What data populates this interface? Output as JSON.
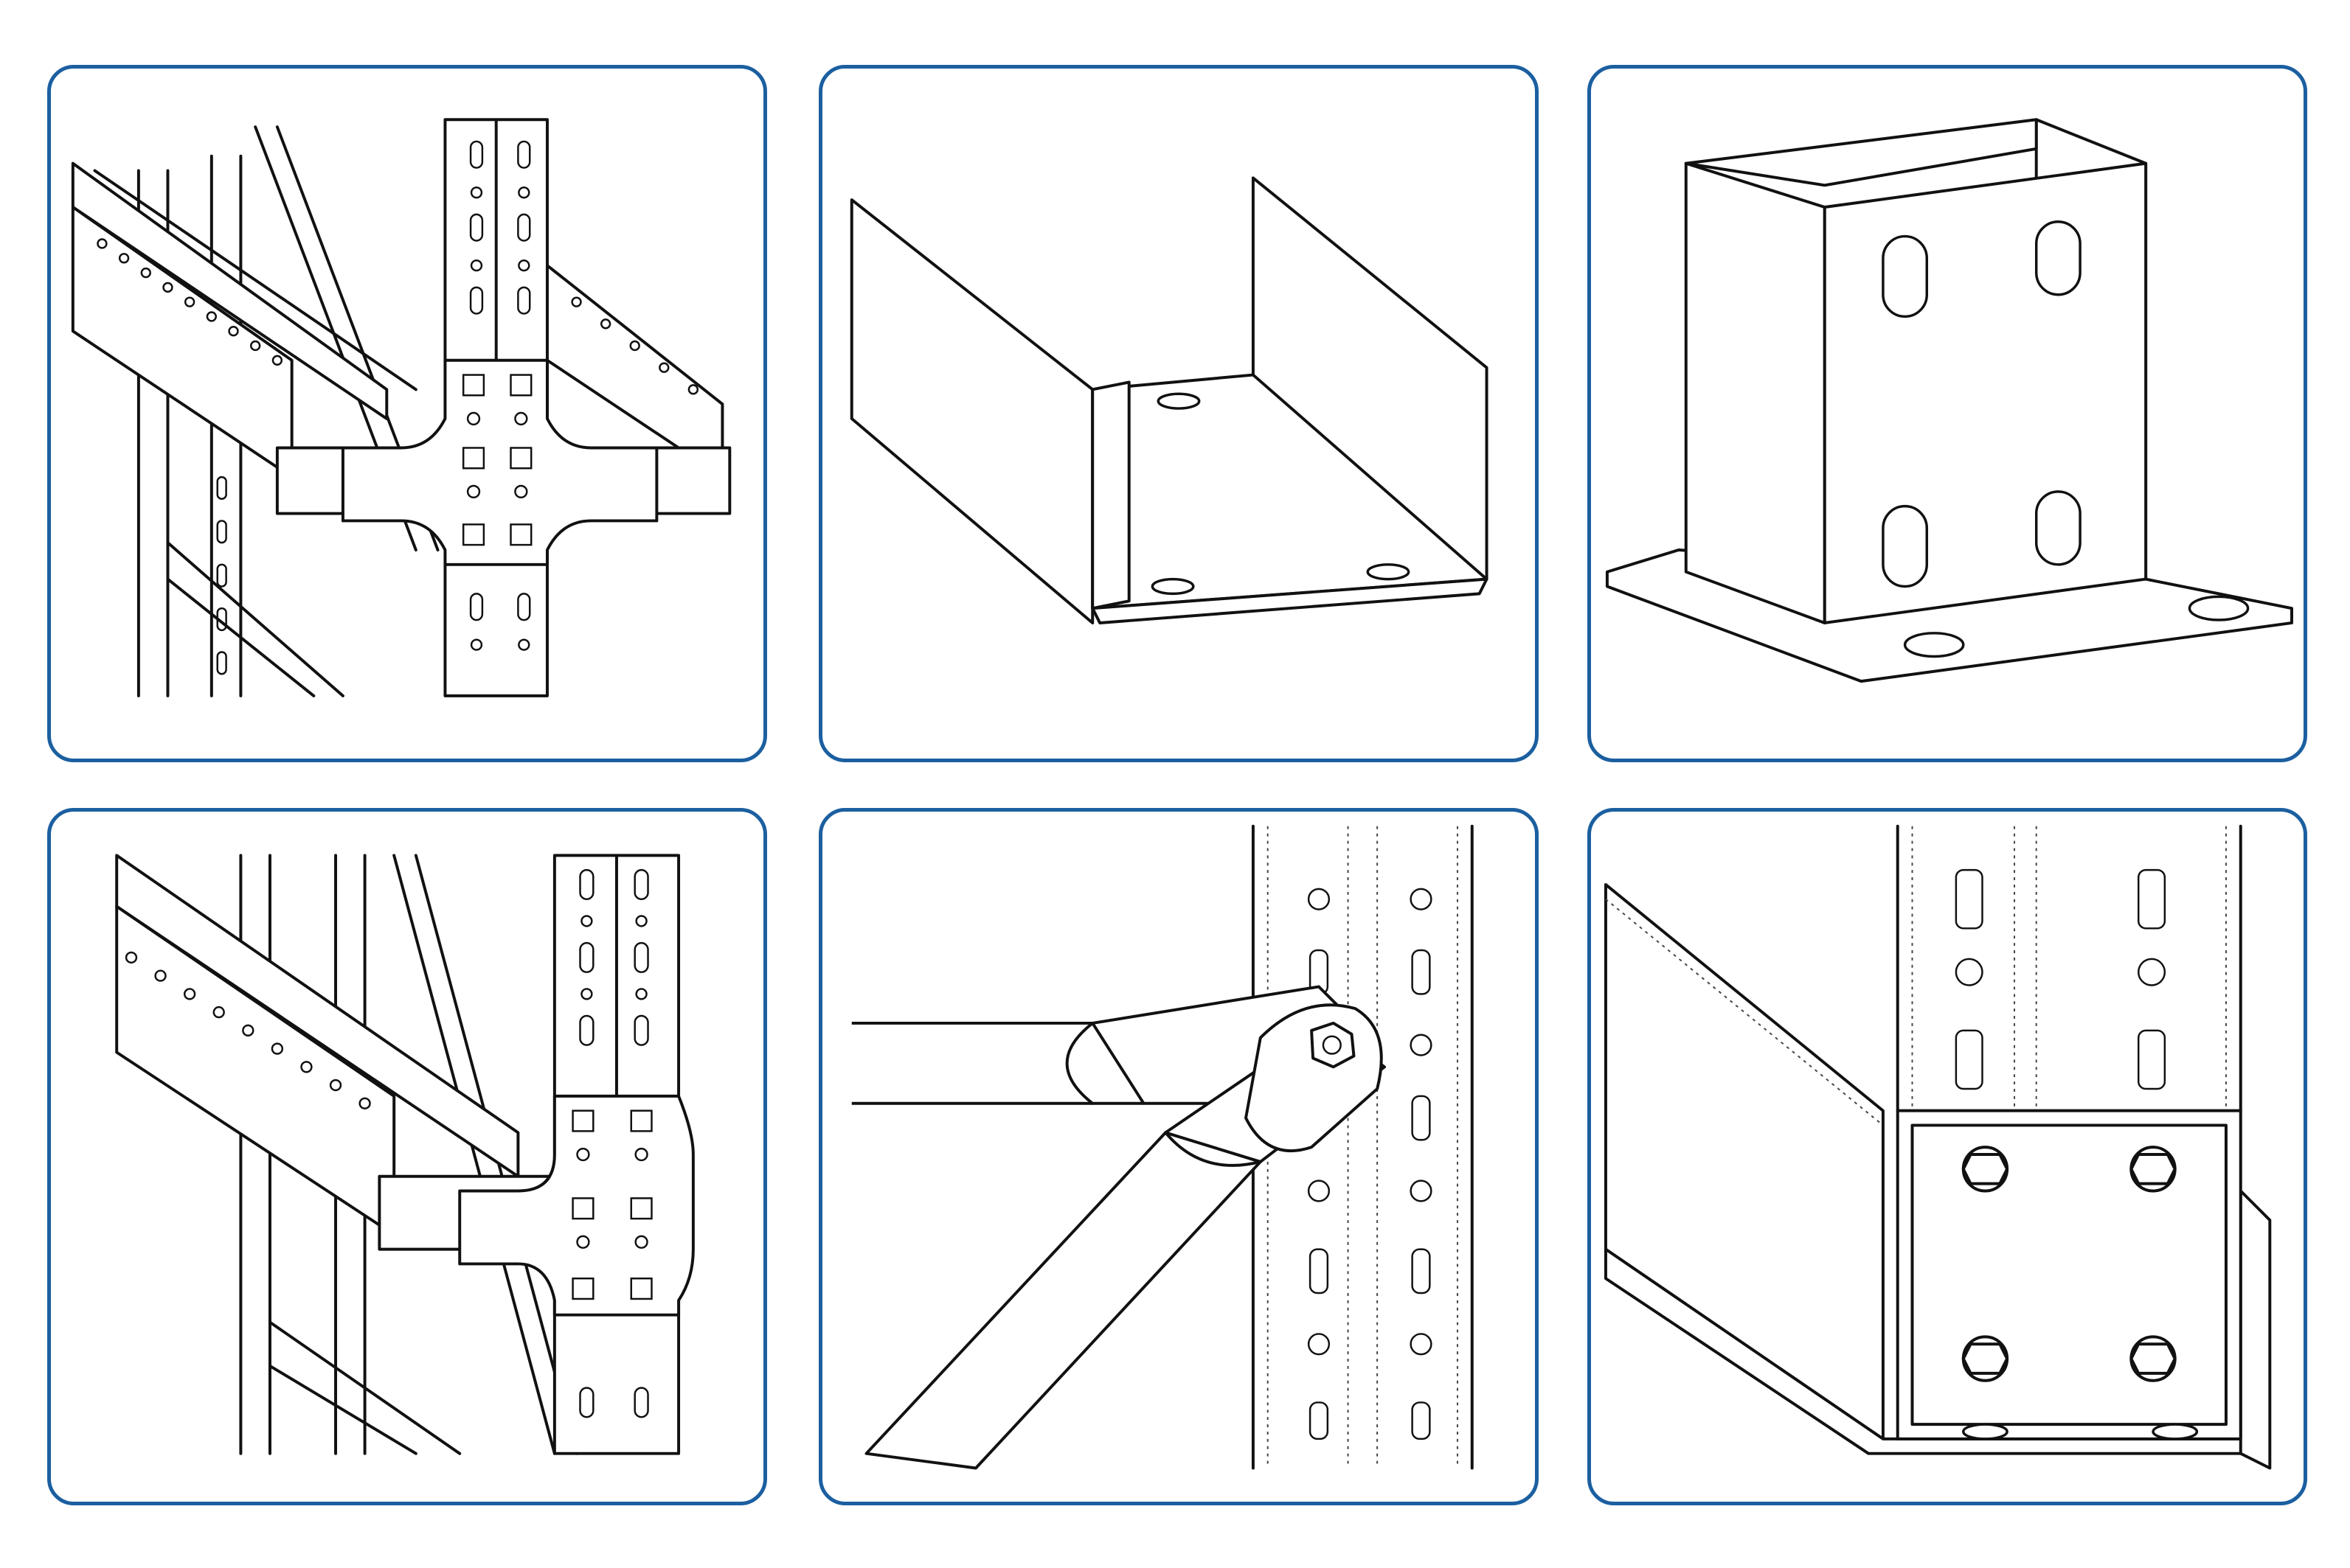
{
  "colors": {
    "panel_border": "#1b5fa0",
    "line": "#111111",
    "background": "#ffffff"
  },
  "panels": [
    {
      "id": "beam-connector-upright-top"
    },
    {
      "id": "u-channel-bracket"
    },
    {
      "id": "upright-base-plate"
    },
    {
      "id": "beam-connector-upright-bottom"
    },
    {
      "id": "bracing-bolt-joint"
    },
    {
      "id": "base-bolted-upright"
    }
  ]
}
